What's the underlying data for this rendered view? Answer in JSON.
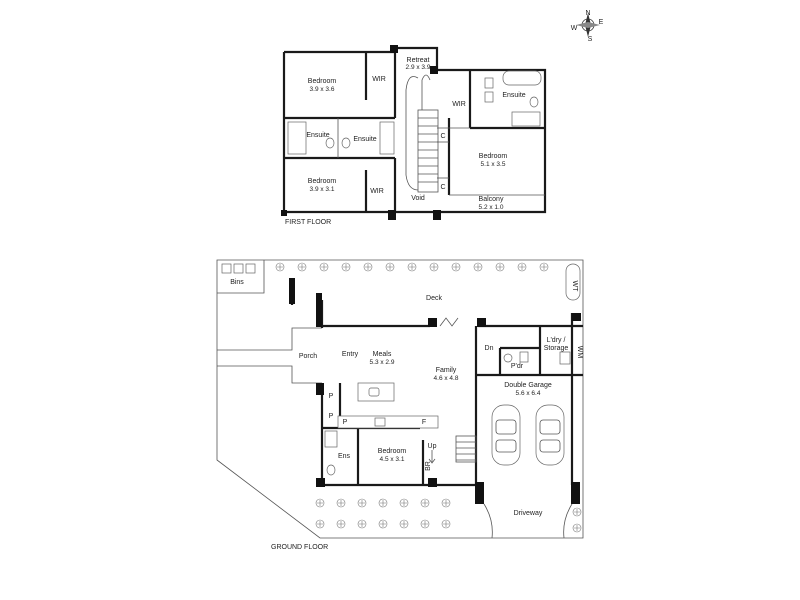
{
  "compass": {
    "n": "N",
    "e": "E",
    "s": "S",
    "w": "W"
  },
  "floors": {
    "first": {
      "caption": "FIRST FLOOR",
      "rooms": [
        {
          "name": "Bedroom",
          "size": "3.9 x 3.6"
        },
        {
          "name": "WIR"
        },
        {
          "name": "Retreat",
          "size": "2.9 x 3.9"
        },
        {
          "name": "Ensuite"
        },
        {
          "name": "WIR"
        },
        {
          "name": "Ensuite"
        },
        {
          "name": "Ensuite"
        },
        {
          "name": "C"
        },
        {
          "name": "Bedroom",
          "size": "5.1 x 3.5"
        },
        {
          "name": "Bedroom",
          "size": "3.9 x 3.1"
        },
        {
          "name": "WIR"
        },
        {
          "name": "C"
        },
        {
          "name": "Void"
        },
        {
          "name": "Balcony",
          "size": "5.2 x 1.0"
        }
      ]
    },
    "ground": {
      "caption": "GROUND FLOOR",
      "rooms": [
        {
          "name": "Bins"
        },
        {
          "name": "Deck"
        },
        {
          "name": "WT"
        },
        {
          "name": "L'dry /",
          "size": "Storage"
        },
        {
          "name": "Dn"
        },
        {
          "name": "WM"
        },
        {
          "name": "P'dr"
        },
        {
          "name": "Porch"
        },
        {
          "name": "Entry"
        },
        {
          "name": "Meals",
          "size": "5.3 x 2.9"
        },
        {
          "name": "Family",
          "size": "4.6 x 4.8"
        },
        {
          "name": "Double Garage",
          "size": "5.6 x 6.4"
        },
        {
          "name": "P"
        },
        {
          "name": "P"
        },
        {
          "name": "P"
        },
        {
          "name": "F"
        },
        {
          "name": "Up"
        },
        {
          "name": "Ens"
        },
        {
          "name": "Bedroom",
          "size": "4.5 x 3.1"
        },
        {
          "name": "BR"
        },
        {
          "name": "Driveway"
        }
      ]
    }
  }
}
